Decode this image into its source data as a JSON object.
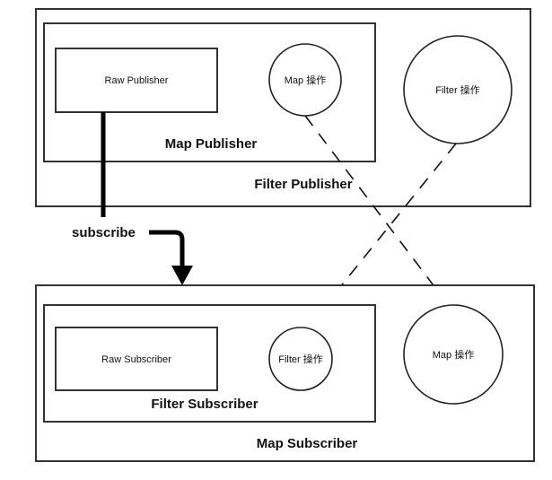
{
  "publisher": {
    "outer_label": "Filter Publisher",
    "inner_label": "Map Publisher",
    "raw_label": "Raw Publisher",
    "map_op_label": "Map 操作",
    "filter_op_label": "Filter 操作"
  },
  "subscriber": {
    "outer_label": "Map Subscriber",
    "inner_label": "Filter Subscriber",
    "raw_label": "Raw Subscriber",
    "filter_op_label": "Filter 操作",
    "map_op_label": "Map 操作"
  },
  "connector": {
    "subscribe_label": "subscribe"
  },
  "colors": {
    "stroke": "#333333",
    "arrow": "#000000",
    "background": "#ffffff"
  }
}
